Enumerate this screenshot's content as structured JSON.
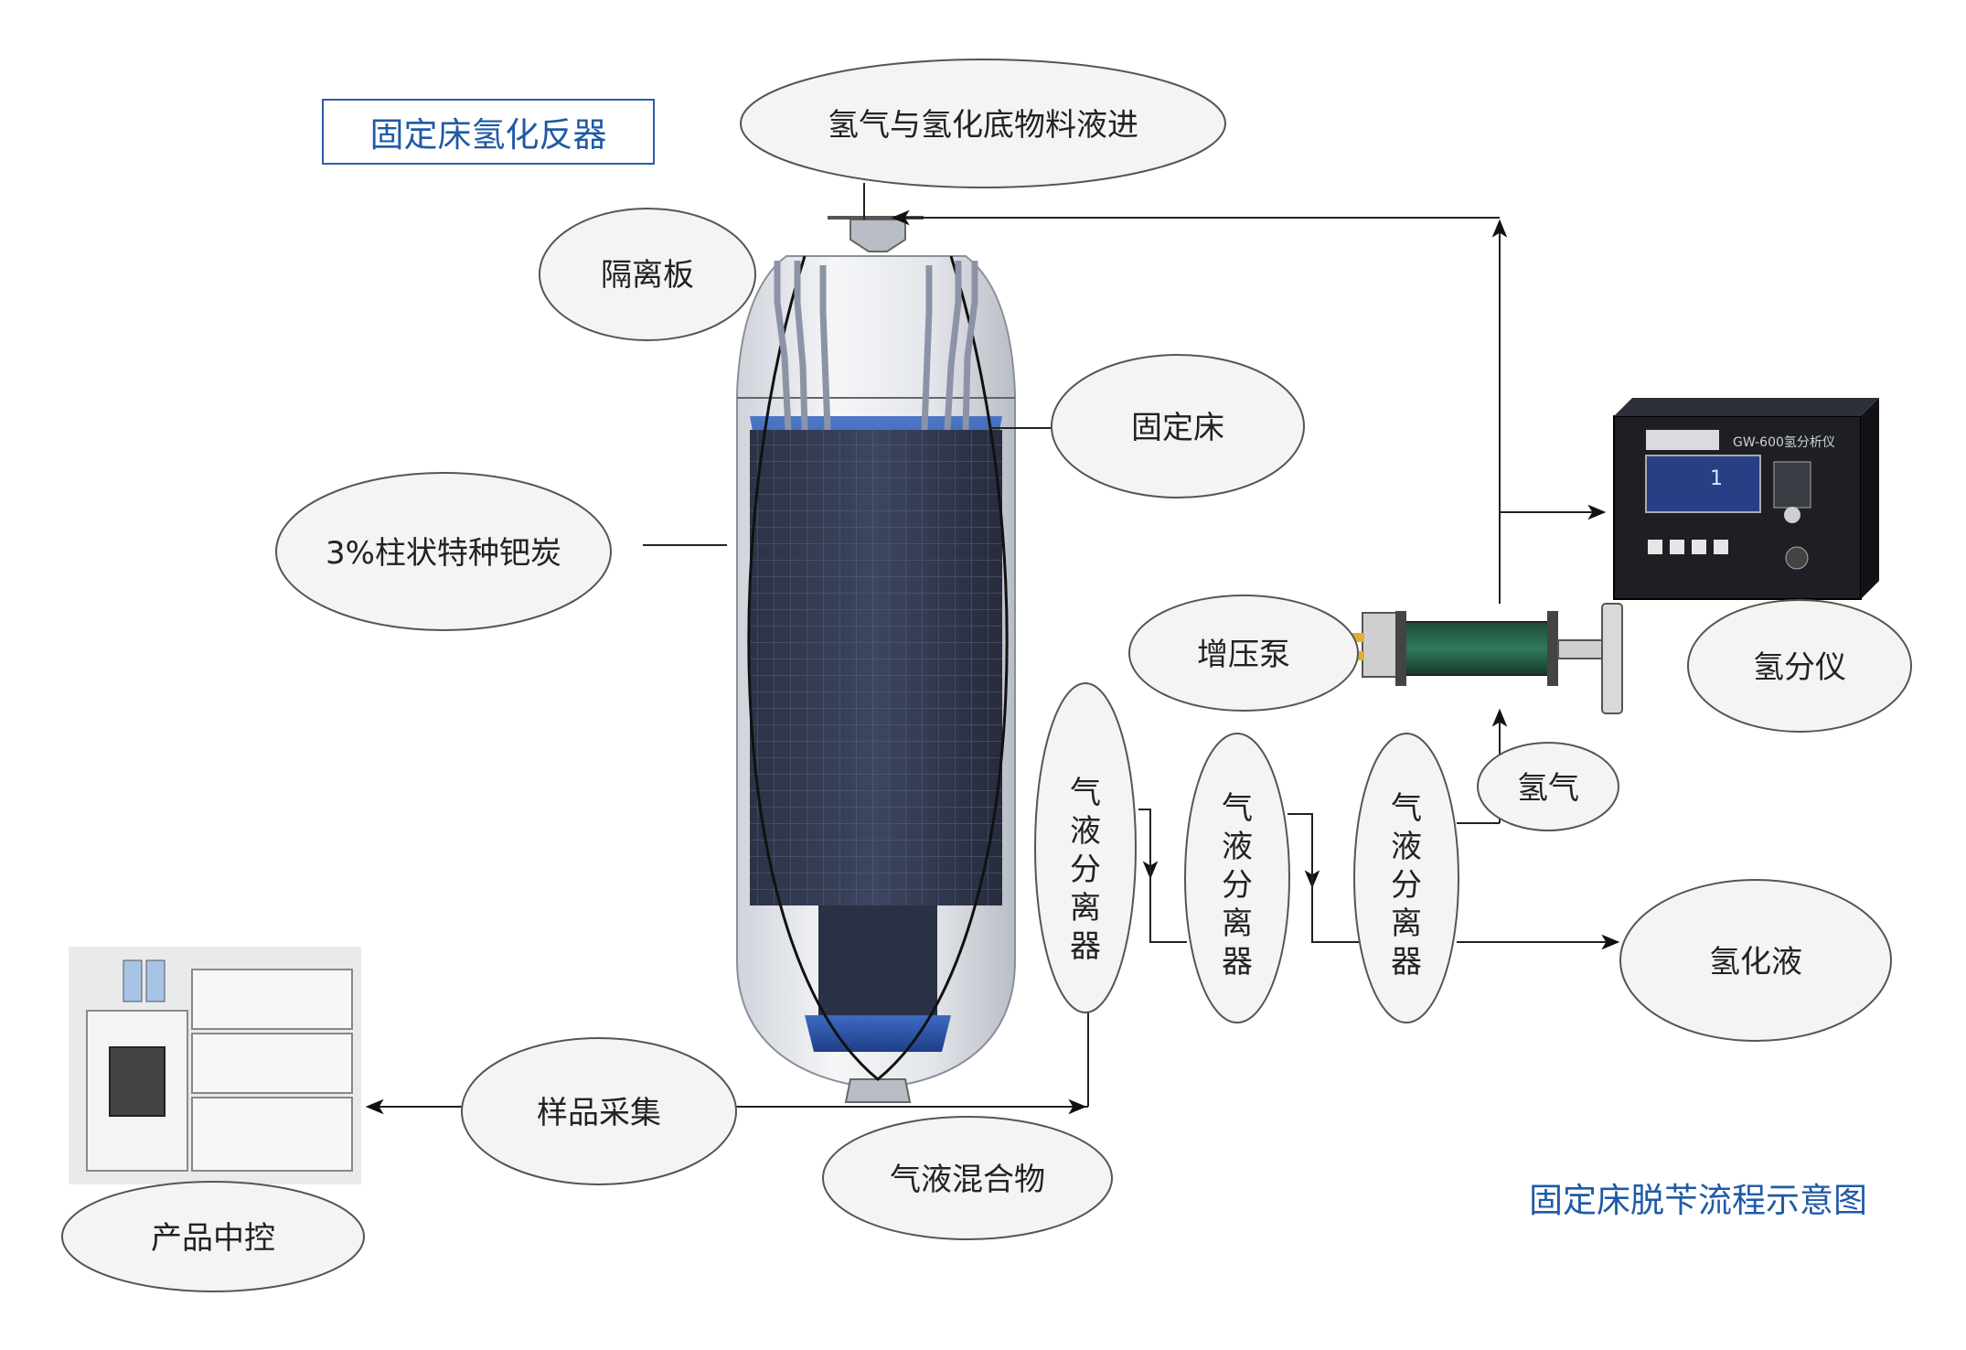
{
  "title_box": "固定床氢化反器",
  "caption": "固定床脱苄流程示意图",
  "nodes": {
    "inlet": "氢气与氢化底物料液进",
    "separator_plate": "隔离板",
    "fixed_bed": "固定床",
    "catalyst": "3%柱状特种钯炭",
    "booster_pump": "增压泵",
    "h2_analyzer": "氢分仪",
    "hydrogen": "氢气",
    "separator_1": [
      "气",
      "液",
      "分",
      "离",
      "器"
    ],
    "separator_2": [
      "气",
      "液",
      "分",
      "离",
      "器"
    ],
    "separator_3": [
      "气",
      "液",
      "分",
      "离",
      "器"
    ],
    "hydrogenated_liquid": "氢化液",
    "sample_collection": "样品采集",
    "gas_liquid_mixture": "气液混合物",
    "product_control": "产品中控"
  },
  "analyzer_screen": {
    "header": "GW-600氢分析仪",
    "reading": "1"
  }
}
